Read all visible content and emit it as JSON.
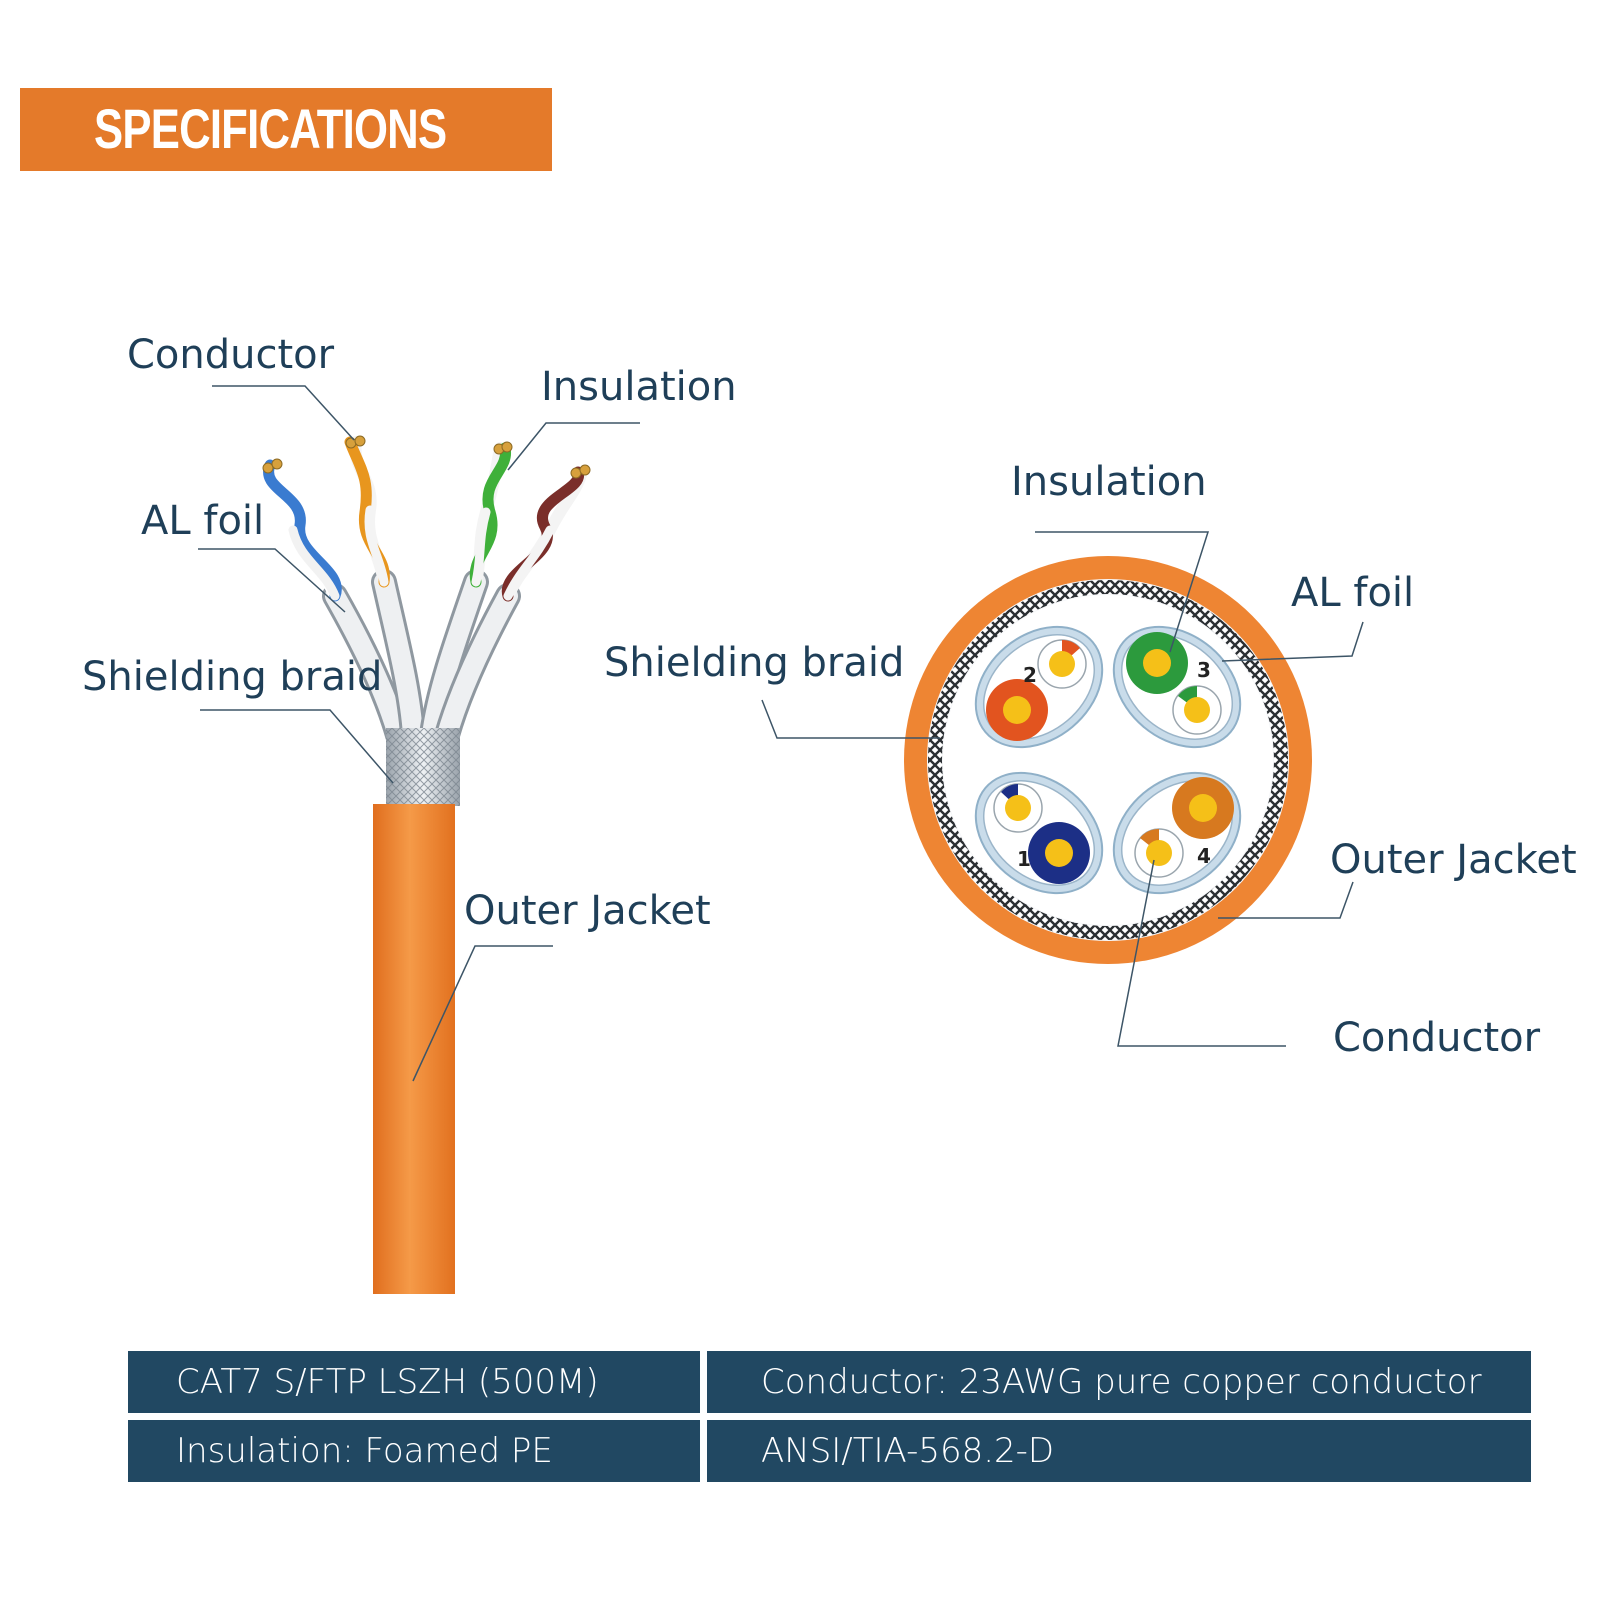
{
  "header": {
    "title": "SPECIFICATIONS"
  },
  "side_view": {
    "labels": {
      "conductor": "Conductor",
      "insulation": "Insulation",
      "al_foil": "AL foil",
      "shielding_braid": "Shielding braid",
      "outer_jacket": "Outer Jacket"
    }
  },
  "cross_section": {
    "labels": {
      "insulation": "Insulation",
      "al_foil": "AL foil",
      "shielding_braid": "Shielding braid",
      "outer_jacket": "Outer Jacket",
      "conductor": "Conductor"
    },
    "pair_numbers": [
      "1",
      "2",
      "3",
      "4"
    ]
  },
  "colors": {
    "jacket": "#ee8533",
    "banner": "#e47a2a",
    "label_text": "#1f3f58",
    "spec_bg": "#214862",
    "conductor": "#f5c018",
    "pair1": "#1c2f86",
    "pair2": "#e2541f",
    "pair3": "#2c9a3d",
    "pair4": "#d7791f",
    "foil": "#c9dcea"
  },
  "specs": {
    "product": "CAT7 S/FTP LSZH (500M)",
    "conductor": "Conductor: 23AWG pure copper conductor",
    "insulation": "Insulation: Foamed PE",
    "standard": "ANSI/TIA-568.2-D"
  }
}
